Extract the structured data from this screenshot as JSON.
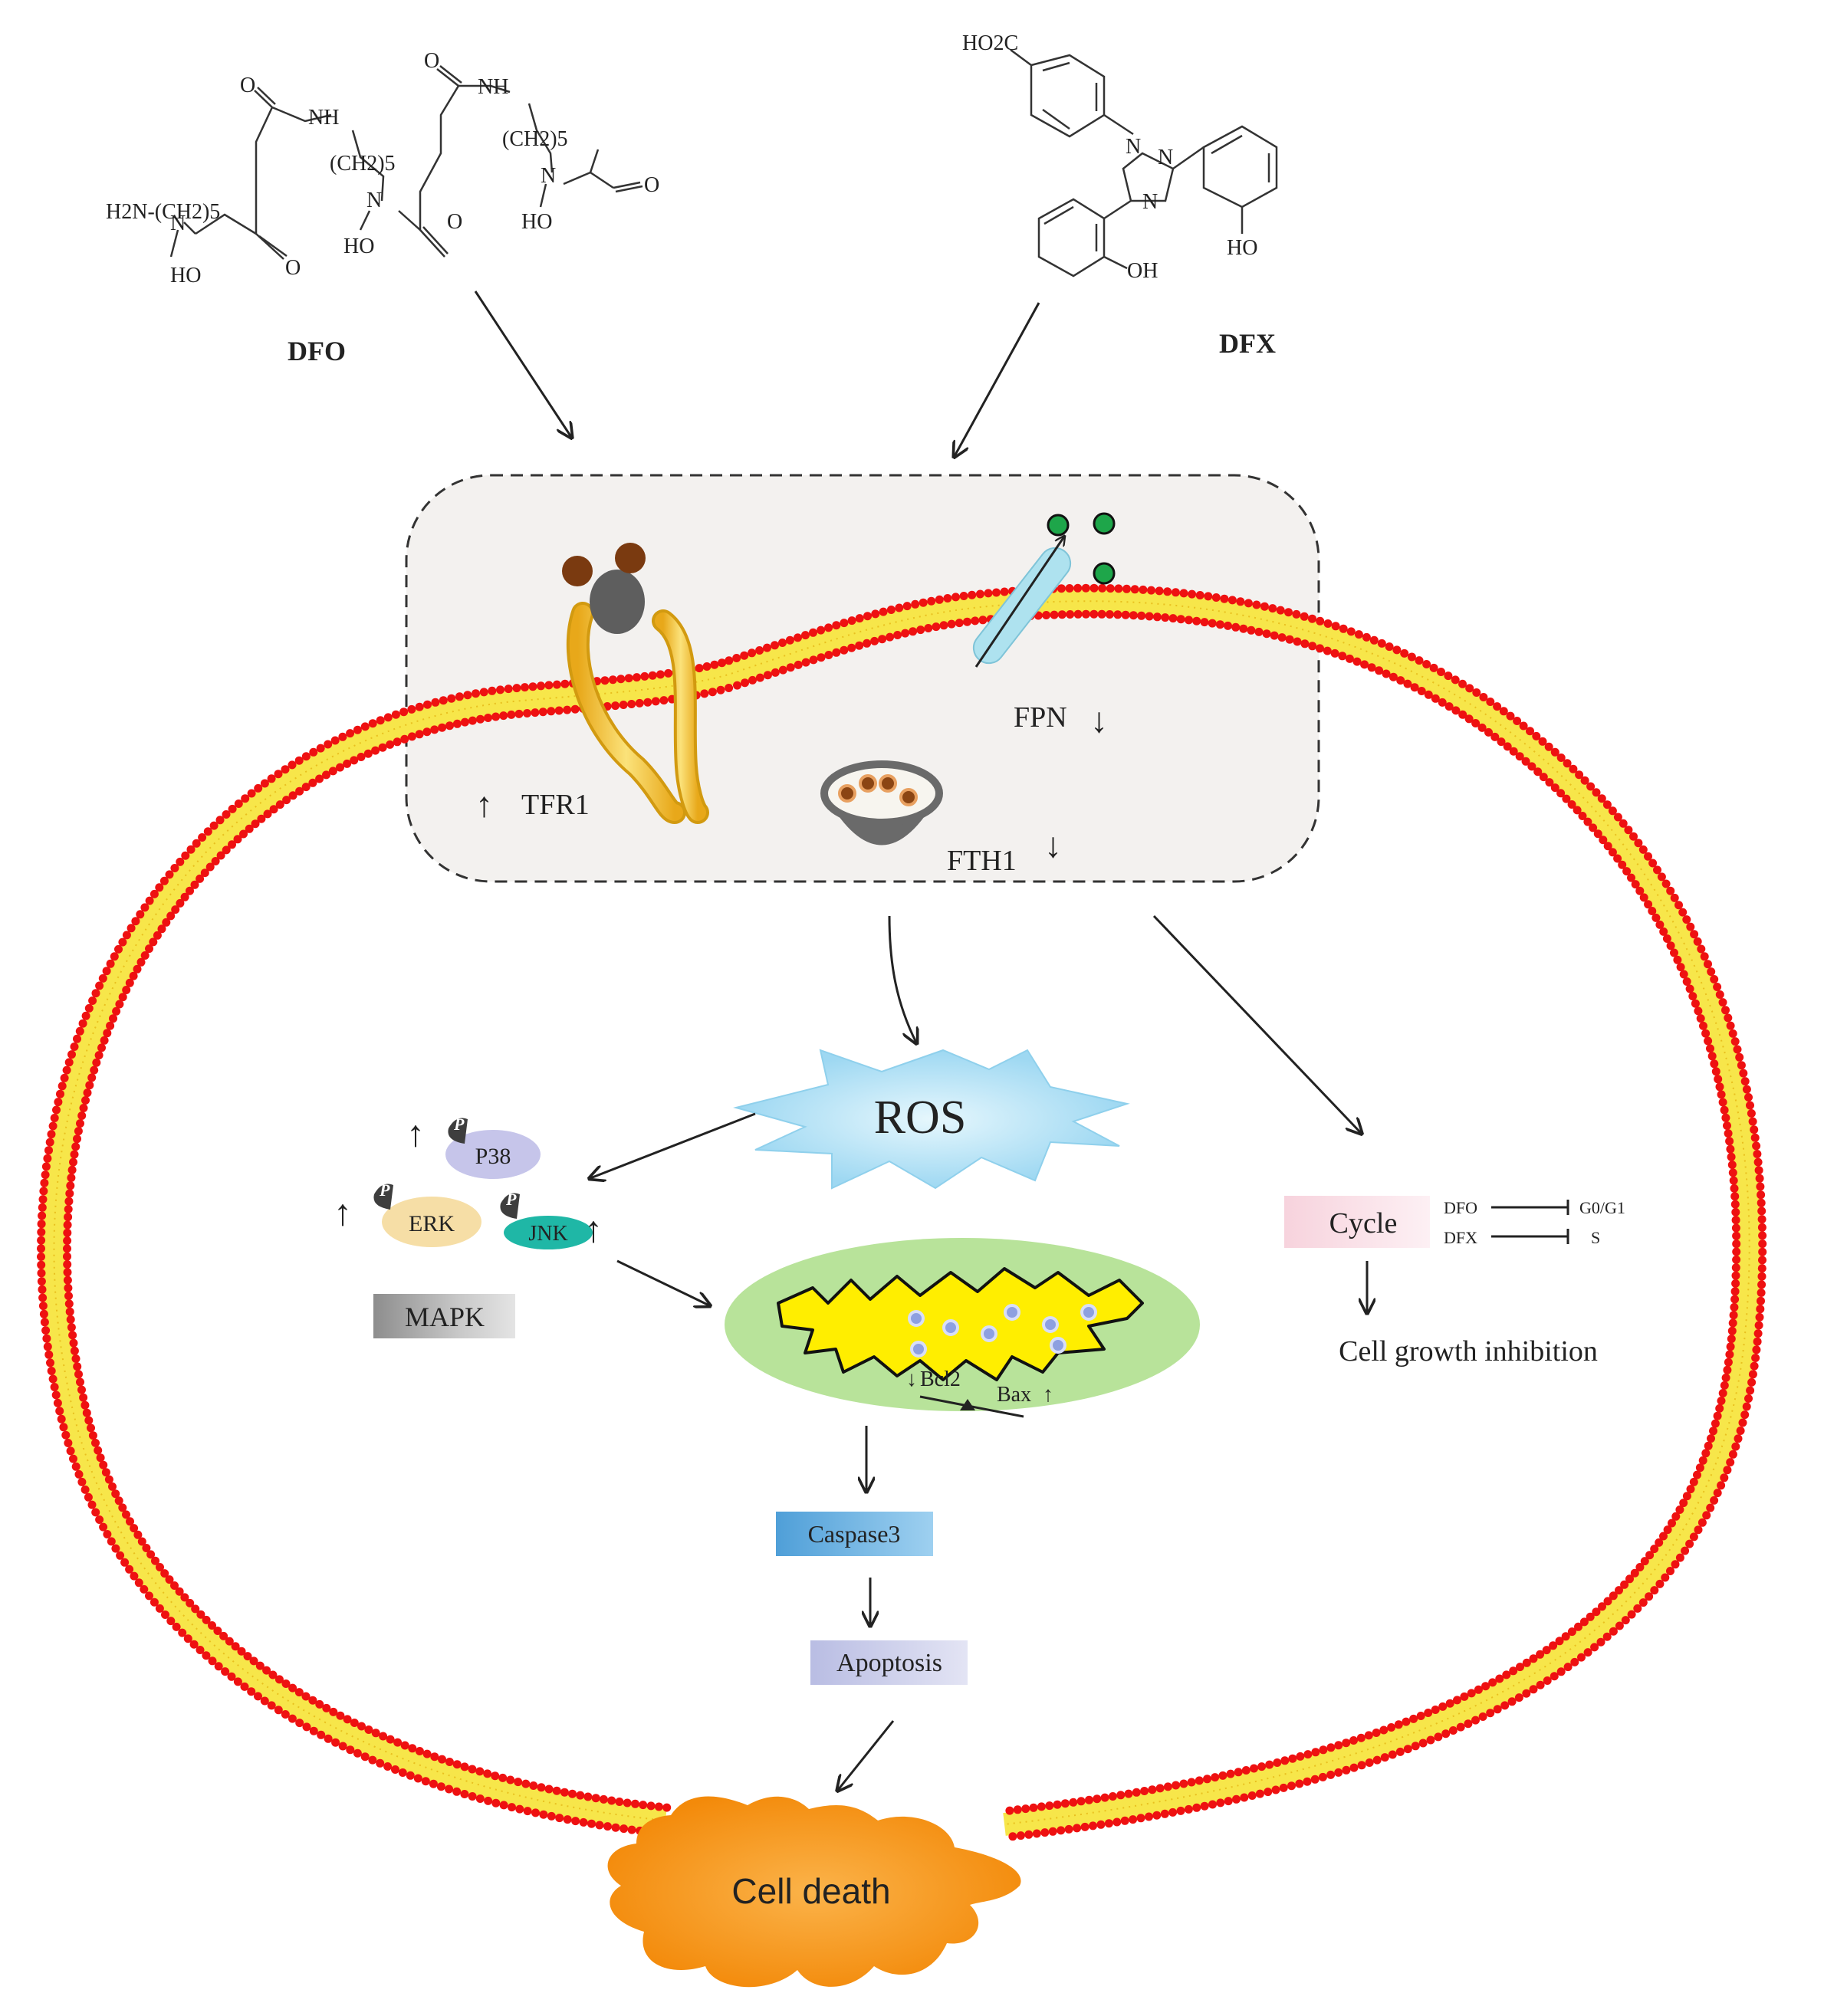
{
  "drugs": {
    "dfo": {
      "name": "DFO",
      "atoms": [
        "NH",
        "NH",
        "(CH2)5",
        "(CH2)5",
        "H2N-(CH2)5",
        "N",
        "N",
        "N",
        "HO",
        "HO",
        "HO",
        "O",
        "O",
        "O",
        "O",
        "O"
      ]
    },
    "dfx": {
      "name": "DFX",
      "atoms": [
        "HO2C",
        "N",
        "N",
        "N",
        "OH",
        "HO"
      ]
    }
  },
  "membrane_region": {
    "tfr1": "TFR1",
    "fpn": "FPN",
    "fth1": "FTH1",
    "tfr1_direction": "↑",
    "fpn_direction": "↓",
    "fth1_direction": "↓"
  },
  "ros": "ROS",
  "mapk": {
    "label": "MAPK",
    "p38": "P38",
    "erk": "ERK",
    "jnk": "JNK",
    "phospho": "P",
    "up": "↑"
  },
  "mitochondria": {
    "bcl2": "Bcl2",
    "bax": "Bax",
    "down": "↓",
    "up": "↑"
  },
  "caspase3": "Caspase3",
  "apoptosis": "Apoptosis",
  "cell_death": "Cell death",
  "cycle": {
    "label": "Cycle",
    "dfo_label": "DFO",
    "dfx_label": "DFX",
    "dfo_target": "G0/G1",
    "dfx_target": "S",
    "outcome": "Cell growth inhibition"
  },
  "colors": {
    "membrane_head": "#ee1111",
    "membrane_core": "#f7e64a",
    "ros_fill": "#bfe8f8",
    "mito_outer": "#b8e39a",
    "mito_inner": "#ffee00",
    "cell_death": "#f89a10",
    "caspase_box": "#6ab4e4",
    "apoptosis_box": "#cfd2ec",
    "mapk_box": "#b5b5b5",
    "cycle_box": "#fbe4ea"
  }
}
